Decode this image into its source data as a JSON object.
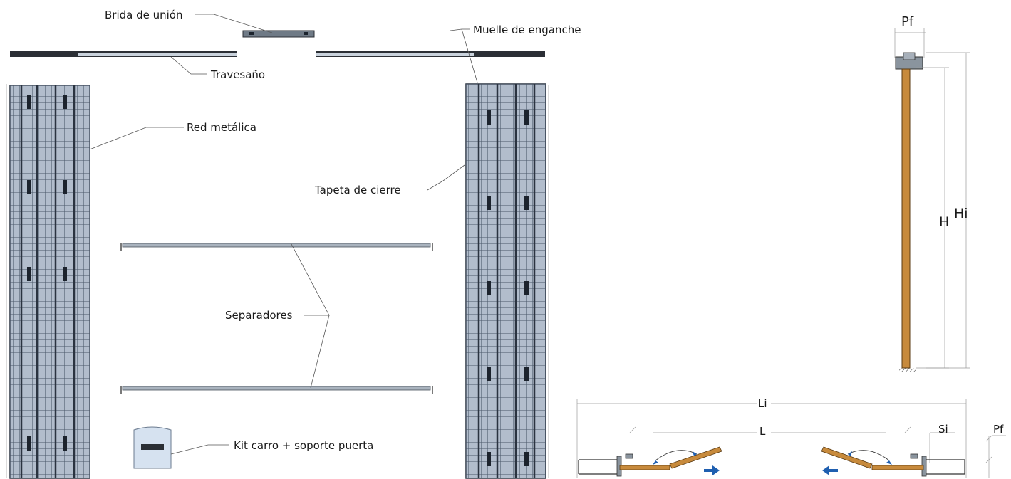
{
  "labels": {
    "brida": "Brida de unión",
    "travesano": "Travesaño",
    "muelle": "Muelle de enganche",
    "red": "Red metálica",
    "tapeta": "Tapeta de cierre",
    "separadores": "Separadores",
    "kit": "Kit carro + soporte puerta"
  },
  "dims": {
    "pf_top": "Pf",
    "h": "H",
    "hi": "Hi",
    "li": "Li",
    "l": "L",
    "si": "Si",
    "pf_plan": "Pf"
  },
  "colors": {
    "mesh": "#3a4656",
    "mesh_fill": "#aab4c2",
    "door": "#c78a3c",
    "arrow": "#1f5fb0",
    "metal": "#8a949e"
  }
}
